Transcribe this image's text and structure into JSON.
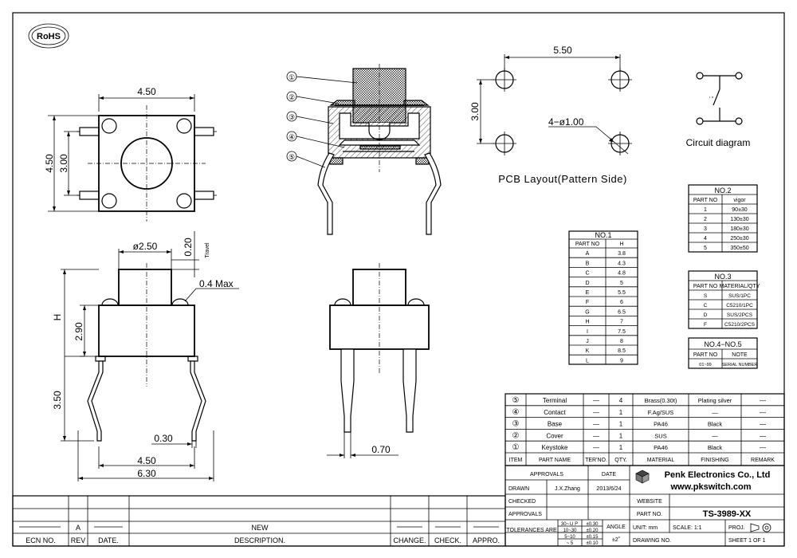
{
  "rohs": "RoHS",
  "top_view": {
    "width": "4.50",
    "height_outer": "4.50",
    "height_inner": "3.00"
  },
  "section_callouts": [
    "①",
    "②",
    "③",
    "④",
    "⑤"
  ],
  "pcb": {
    "pitch_x": "5.50",
    "pitch_y": "3.00",
    "holes": "4−ø1.00",
    "caption": "PCB Layout(Pattern Side)"
  },
  "circuit": {
    "caption": "Circuit diagram"
  },
  "side_view": {
    "stem_dia": "ø2.50",
    "travel_val": "0.20",
    "travel_label": "Travel",
    "max_note": "0.4 Max",
    "h_label": "H",
    "body_h": "2.90",
    "pin_h": "3.50",
    "pin_w": "0.30",
    "base_w": "4.50",
    "total_w": "6.30"
  },
  "end_view": {
    "pin_t": "0.70"
  },
  "table_no1": {
    "title": "NO.1",
    "headers": [
      "PART NO",
      "H"
    ],
    "rows": [
      [
        "A",
        "3.8"
      ],
      [
        "B",
        "4.3"
      ],
      [
        "C",
        "4.8"
      ],
      [
        "D",
        "5"
      ],
      [
        "E",
        "5.5"
      ],
      [
        "F",
        "6"
      ],
      [
        "G",
        "6.5"
      ],
      [
        "H",
        "7"
      ],
      [
        "I",
        "7.5"
      ],
      [
        "J",
        "8"
      ],
      [
        "K",
        "8.5"
      ],
      [
        "L",
        "9"
      ]
    ]
  },
  "table_no2": {
    "title": "NO.2",
    "headers": [
      "PART NO",
      "vigor"
    ],
    "rows": [
      [
        "1",
        "90±30"
      ],
      [
        "2",
        "130±30"
      ],
      [
        "3",
        "180±30"
      ],
      [
        "4",
        "250±30"
      ],
      [
        "5",
        "350±50"
      ]
    ]
  },
  "table_no3": {
    "title": "NO.3",
    "headers": [
      "PART NO",
      "MATERIAL/QTY"
    ],
    "rows": [
      [
        "S",
        "SUS/1PC"
      ],
      [
        "C",
        "C5210/1PC"
      ],
      [
        "D",
        "SUS/2PCS"
      ],
      [
        "F",
        "C5210/2PCS"
      ]
    ]
  },
  "table_no45": {
    "title": "NO.4−NO.5",
    "headers": [
      "PART NO",
      "NOTE"
    ],
    "rows": [
      [
        "01~99",
        "SERIAL NUMBER"
      ]
    ]
  },
  "bom": {
    "rows": [
      {
        "item": "⑤",
        "name": "Terminal",
        "ter": "—",
        "qty": "4",
        "material": "Brass(0.30t)",
        "finishing": "Plating silver",
        "remark": "—"
      },
      {
        "item": "④",
        "name": "Contact",
        "ter": "—",
        "qty": "1",
        "material": "F.Ag/SUS",
        "finishing": "—",
        "remark": "—"
      },
      {
        "item": "③",
        "name": "Base",
        "ter": "—",
        "qty": "1",
        "material": "PA46",
        "finishing": "Black",
        "remark": "—"
      },
      {
        "item": "②",
        "name": "Cover",
        "ter": "—",
        "qty": "1",
        "material": "SUS",
        "finishing": "—",
        "remark": "—"
      },
      {
        "item": "①",
        "name": "Keystoke",
        "ter": "—",
        "qty": "1",
        "material": "PA46",
        "finishing": "Black",
        "remark": "—"
      }
    ],
    "headers": [
      "ITEM",
      "PART NAME",
      "TER'NO.",
      "QTY.",
      "MATERIAL",
      "FINISHING",
      "REMARK"
    ]
  },
  "title_block": {
    "approvals": "APPROVALS",
    "date": "DATE",
    "drawn": "DRAWN",
    "drawn_by": "J.X.Zhang",
    "drawn_date": "2013/6/24",
    "checked": "CHECKED",
    "approvals2": "APPROVALS",
    "company": "Penk Electronics Co., Ltd",
    "website_url": "www.pkswitch.com",
    "website": "WEBSITE",
    "part_no_label": "PART NO.",
    "part_no": "TS-3989-XX",
    "tolerances": "TOLERANCES ARE",
    "tol_rows": [
      [
        "30~ＵＰ",
        "±0.30"
      ],
      [
        "10~30",
        "±0.20"
      ],
      [
        "5~10",
        "±0.15"
      ],
      [
        "~ 5",
        "±0.10"
      ]
    ],
    "angle": "ANGLE",
    "angle_val": "±2˚",
    "unit": "UNIT:  mm",
    "scale": "SCALE:  1:1",
    "proj": "PROJ.",
    "drawing_no": "DRAWING NO.",
    "sheet": "SHEET  1 OF 1"
  },
  "revision": {
    "rev": "A",
    "new": "NEW",
    "headers": [
      "ECN NO.",
      "REV",
      "DATE.",
      "DESCRIPTION.",
      "CHANGE.",
      "CHECK.",
      "APPRO."
    ]
  }
}
